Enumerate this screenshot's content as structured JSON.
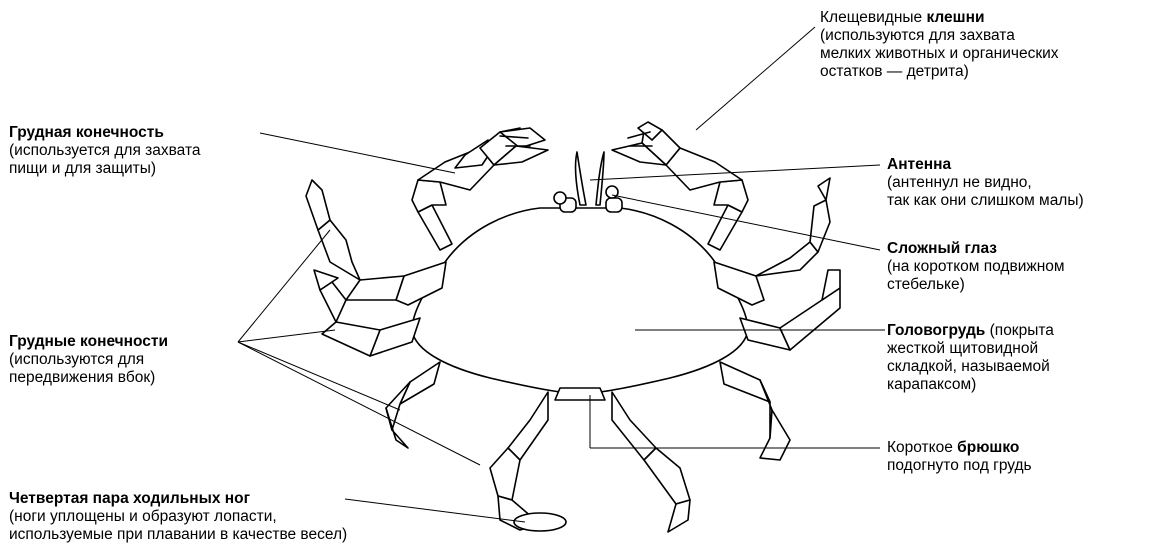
{
  "labels": {
    "claws": {
      "line1_normal": "Клещевидные ",
      "line1_bold": "клешни",
      "line2": "(используются для захвата",
      "line3": "мелких животных и органических",
      "line4": "остатков — детрита)"
    },
    "chest_limb": {
      "line1_bold": "Грудная конечность",
      "line2": "(используется для захвата",
      "line3": "пищи и для защиты)"
    },
    "antenna": {
      "line1_bold": "Антенна",
      "line2": "(антеннул не видно,",
      "line3": "так как они слишком малы)"
    },
    "eye": {
      "line1_bold": "Сложный глаз",
      "line2": "(на коротком подвижном",
      "line3": "стебельке)"
    },
    "walking_limbs": {
      "line1_bold": "Грудные конечности",
      "line2": "(используются для",
      "line3": "передвижения вбок)"
    },
    "cephalothorax": {
      "line1_bold": "Головогрудь",
      "line1_normal": " (покрыта",
      "line2": "жесткой щитовидной",
      "line3": "складкой, называемой",
      "line4": "карапаксом)"
    },
    "abdomen": {
      "line1_normal": "Короткое ",
      "line1_bold": "брюшко",
      "line2": "подогнуто под грудь"
    },
    "fourth_pair": {
      "line1_bold": "Четвертая пара ходильных ног",
      "line2": "(ноги уплощены и образуют лопасти,",
      "line3": "используемые при плавании в качестве весел)"
    }
  }
}
